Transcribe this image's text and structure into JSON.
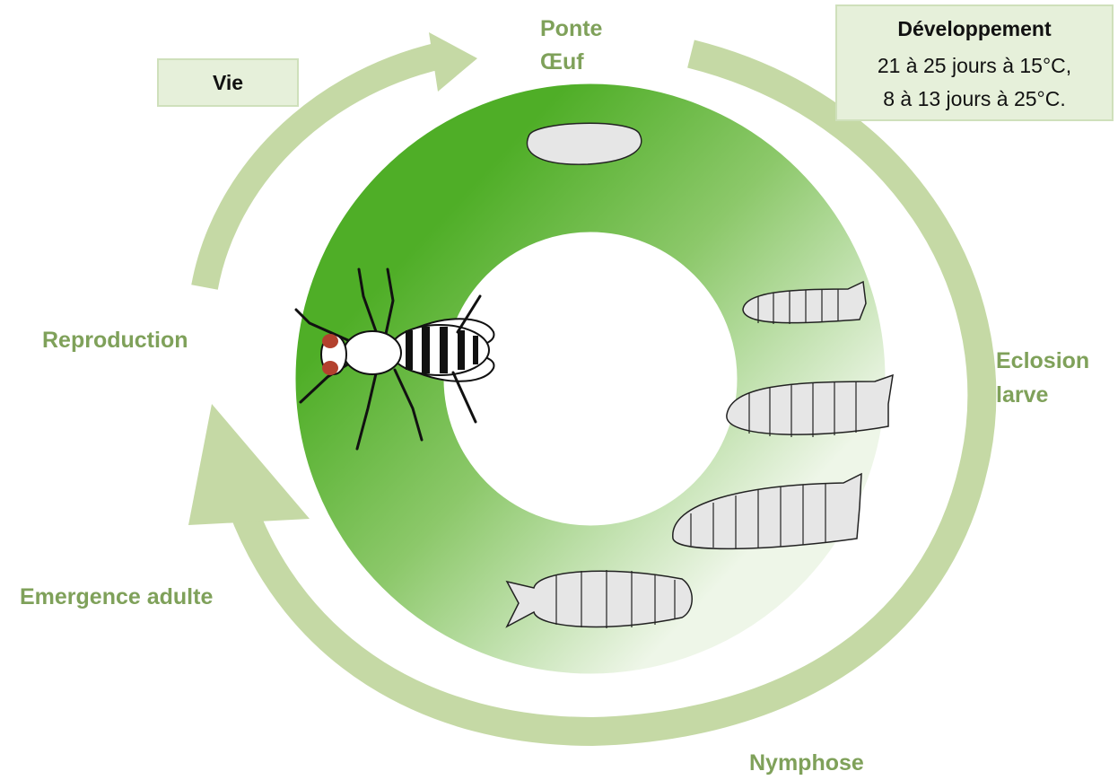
{
  "colors": {
    "arrow": "#c5d9a5",
    "ring_dark": "#52b02a",
    "ring_light": "#e9f3e0",
    "label": "#7fa15a",
    "box_fill": "#e6f0da",
    "box_stroke": "#cfe0bb",
    "body_fill": "#e6e6e6"
  },
  "vie_box": {
    "label": "Vie"
  },
  "dev_box": {
    "title": "Développement",
    "lines": [
      "21 à 25 jours à 15°C,",
      "8 à 13 jours à 25°C."
    ]
  },
  "stages": {
    "ponte": "Ponte",
    "oeuf": "Œuf",
    "eclosion": "Eclosion",
    "larve": "larve",
    "nymphose": "Nymphose",
    "emergence": "Emergence adulte",
    "reproduction": "Reproduction"
  },
  "icons": {
    "egg": "egg-icon",
    "larva": "larva-icon",
    "pupa": "pupa-icon",
    "fly": "fruit-fly-icon"
  }
}
